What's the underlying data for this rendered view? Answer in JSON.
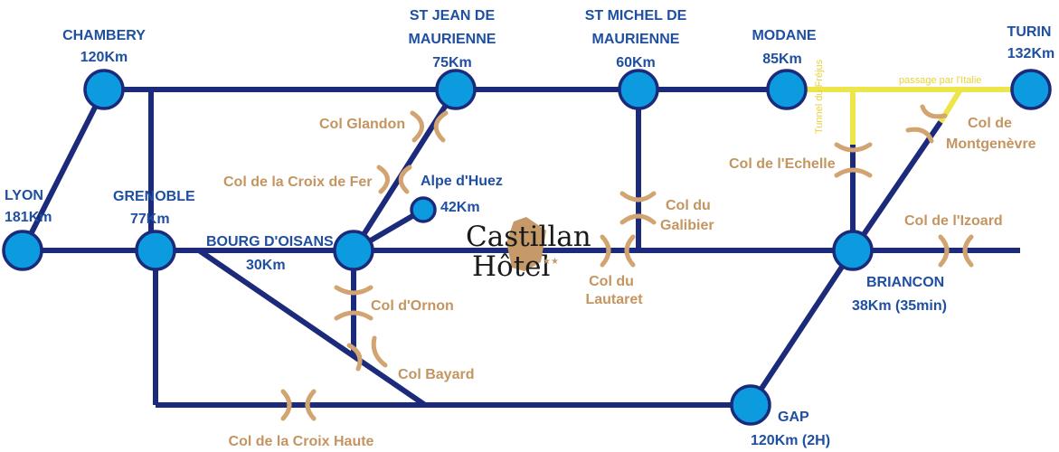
{
  "colors": {
    "route": "#1b2a7a",
    "city_fill": "#0d9be0",
    "city_stroke": "#1b2a7a",
    "pass_color": "#d2a471",
    "pass_text": "#c49561",
    "city_text": "#1f4fa0",
    "italy_route": "#ece64a",
    "hotel_badge": "#c69a68"
  },
  "cities": {
    "chambery": {
      "line1": "CHAMBERY",
      "line2": "120Km"
    },
    "lyon": {
      "line1": "LYON",
      "line2": "181Km"
    },
    "grenoble": {
      "line1": "GRENOBLE",
      "line2": "77Km"
    },
    "bourg": {
      "line1": "BOURG D'OISANS",
      "line2": "30Km"
    },
    "alpe": {
      "line1": "Alpe d'Huez",
      "line2": "42Km"
    },
    "stjean": {
      "line1": "ST JEAN DE",
      "line2": "MAURIENNE",
      "line3": "75Km"
    },
    "stmichel": {
      "line1": "ST MICHEL DE",
      "line2": "MAURIENNE",
      "line3": "60Km"
    },
    "modane": {
      "line1": "MODANE",
      "line2": "85Km"
    },
    "turin": {
      "line1": "TURIN",
      "line2": "132Km"
    },
    "briancon": {
      "line1": "BRIANCON",
      "line2": "38Km (35min)"
    },
    "gap": {
      "line1": "GAP",
      "line2": "120Km (2H)"
    }
  },
  "passes": {
    "glandon": "Col Glandon",
    "croixdefer": "Col de la Croix de Fer",
    "galibier": {
      "line1": "Col du",
      "line2": "Galibier"
    },
    "lautaret": {
      "line1": "Col du",
      "line2": "Lautaret"
    },
    "ornon": "Col d'Ornon",
    "bayard": "Col Bayard",
    "croixhaute": "Col de la Croix Haute",
    "echelle": "Col de l'Echelle",
    "montgenevre": {
      "line1": "Col de",
      "line2": "Montgenèvre"
    },
    "izoard": "Col de l'Izoard"
  },
  "italy": {
    "tunnel_label": "Tunnel du Fréjus",
    "passage_label": "passage par l'Italie"
  },
  "hotel": {
    "line1": "Castillan",
    "line2": "Hôtel",
    "stars": "★★"
  }
}
